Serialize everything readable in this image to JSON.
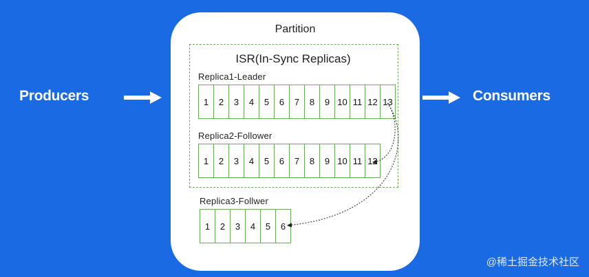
{
  "producers_label": "Producers",
  "consumers_label": "Consumers",
  "partition_title": "Partition",
  "isr_title": "ISR(In-Sync Replicas)",
  "replicas": [
    {
      "label": "Replica1-Leader",
      "cells": [
        "1",
        "2",
        "3",
        "4",
        "5",
        "6",
        "7",
        "8",
        "9",
        "10",
        "11",
        "12",
        "13"
      ]
    },
    {
      "label": "Replica2-Follower",
      "cells": [
        "1",
        "2",
        "3",
        "4",
        "5",
        "6",
        "7",
        "8",
        "9",
        "10",
        "11",
        "12"
      ]
    },
    {
      "label": "Replica3-Follwer",
      "cells": [
        "1",
        "2",
        "3",
        "4",
        "5",
        "6"
      ]
    }
  ],
  "footer_text": "@稀土掘金技术社区",
  "colors": {
    "background": "#1a6ae3",
    "cell_border": "#6aab56",
    "arrow": "#ffffff"
  }
}
